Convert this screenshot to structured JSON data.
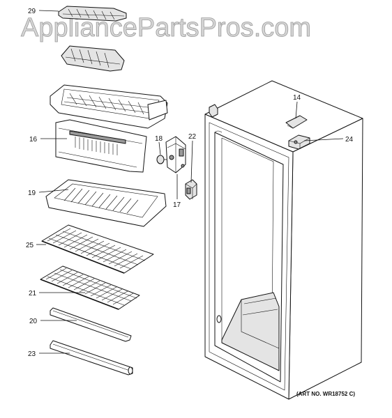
{
  "watermark": "AppliancePartsPros.com",
  "art_number": "(ART NO. WR18752 C)",
  "callouts": {
    "c29": "29",
    "c16": "16",
    "c19": "19",
    "c25": "25",
    "c21": "21",
    "c20": "20",
    "c23": "23",
    "c18": "18",
    "c22": "22",
    "c17": "17",
    "c14": "14",
    "c24": "24"
  }
}
